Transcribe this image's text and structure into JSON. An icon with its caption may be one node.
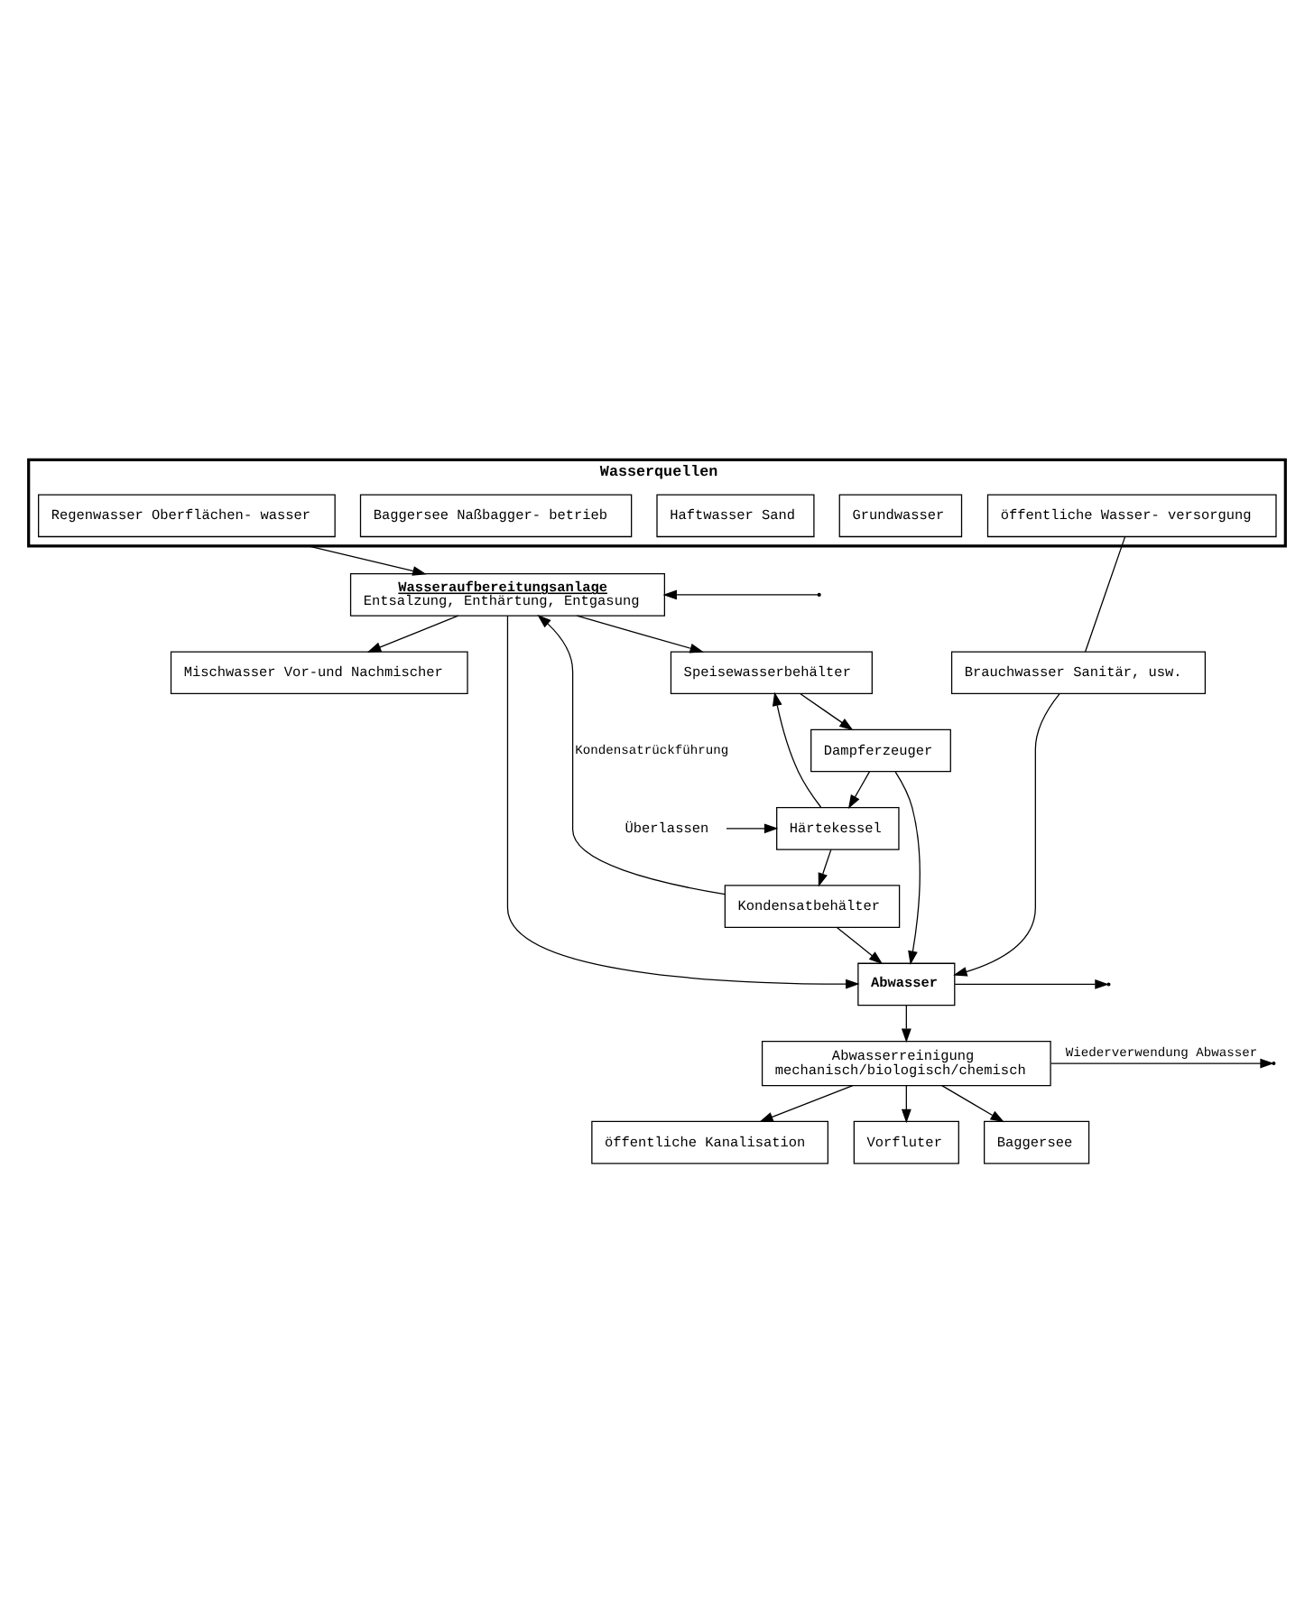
{
  "diagram": {
    "nodes": [
      {
        "text": [
          "Wasserquellen"
        ]
      },
      {
        "text": [
          "Regenwasser Oberflächen- wasser"
        ],
        "in": 0
      },
      {
        "text": [
          "Grundwasser"
        ],
        "in": 0
      },
      {
        "text": [
          "Haftwasser Sand"
        ],
        "in": 0
      },
      {
        "text": [
          "Baggersee Naßbagger- betrieb"
        ],
        "in": 0
      },
      {
        "text": [
          "öffentliche Wasser- versorgung"
        ],
        "in": 0
      },
      {
        "text": [
          "Wasseraufbereitungsanlage",
          "Entsalzung, Enthärtung, Entgasung"
        ]
      },
      {
        "text": [
          "Speisewasserbehälter"
        ]
      },
      {
        "text": [
          "Dampferzeuger"
        ]
      },
      {
        "text": [
          "Härtekessel"
        ]
      },
      {
        "text": [
          "Kondensatbehälter"
        ]
      },
      {
        "text": [
          "Mischwasser Vor-und Nachmischer"
        ]
      },
      {
        "text": [
          "Brauchwasser Sanitär, usw."
        ]
      },
      {
        "text": [
          "Abwasser"
        ]
      },
      {
        "text": [
          "Abwasserreinigung",
          "mechanisch/biologisch/chemisch"
        ]
      },
      {
        "text": [
          "öffentliche Kanalisation"
        ]
      },
      {
        "text": [
          "Vorfluter"
        ]
      },
      {
        "text": [
          "Baggersee"
        ]
      },
      {
        "text": [
          "Überlassen"
        ]
      }
    ],
    "edges": [
      {
        "from": 0,
        "to": 6,
        "arrow": "to"
      },
      {
        "from": 5,
        "to": 12,
        "arrow": "none"
      },
      {
        "from": null,
        "to": 6,
        "arrow": "to"
      },
      {
        "from": 10,
        "to": 6,
        "arrow": "to",
        "label": "Kondensatrückführung"
      },
      {
        "from": 6,
        "to": 7,
        "arrow": "to"
      },
      {
        "from": 6,
        "to": 11,
        "arrow": "to"
      },
      {
        "from": 6,
        "to": 13,
        "arrow": "to"
      },
      {
        "from": 7,
        "to": 8,
        "arrow": "to"
      },
      {
        "from": 8,
        "to": 9,
        "arrow": "to"
      },
      {
        "from": 9,
        "to": 7,
        "arrow": "to"
      },
      {
        "from": 18,
        "to": 9,
        "arrow": "to"
      },
      {
        "from": 9,
        "to": 10,
        "arrow": "to"
      },
      {
        "from": 8,
        "to": 13,
        "arrow": "to"
      },
      {
        "from": 10,
        "to": 13,
        "arrow": "to"
      },
      {
        "from": 12,
        "to": 13,
        "arrow": "to"
      },
      {
        "from": 13,
        "to": null,
        "arrow": "to"
      },
      {
        "from": 13,
        "to": 14,
        "arrow": "to"
      },
      {
        "from": 14,
        "to": null,
        "arrow": "to",
        "label": "Wiederverwendung Abwasser"
      },
      {
        "from": 14,
        "to": 15,
        "arrow": "to"
      },
      {
        "from": 14,
        "to": 16,
        "arrow": "to"
      },
      {
        "from": 14,
        "to": 17,
        "arrow": "to"
      }
    ]
  }
}
